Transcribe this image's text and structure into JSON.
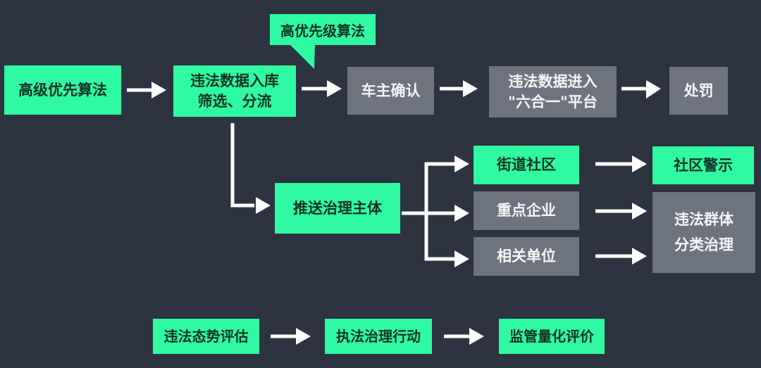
{
  "colors": {
    "background": "#2d3340",
    "node_green": "#2ff9a1",
    "node_gray": "#6e7380",
    "text_on_green": "#103227",
    "text_on_gray": "#f4f6f8",
    "arrow_white": "#ffffff"
  },
  "callout": {
    "label": "高优先级算法"
  },
  "nodes": {
    "advanced_priority_algorithm": {
      "label": "高级优先算法"
    },
    "data_intake": {
      "line1": "违法数据入库",
      "line2": "筛选、分流"
    },
    "owner_confirm": {
      "label": "车主确认"
    },
    "six_in_one_platform": {
      "line1": "违法数据进入",
      "line2": "\"六合一\"平台"
    },
    "punishment": {
      "label": "处罚"
    },
    "push_governance_subject": {
      "label": "推送治理主体"
    },
    "street_community": {
      "label": "街道社区"
    },
    "key_enterprises": {
      "label": "重点企业"
    },
    "related_units": {
      "label": "相关单位"
    },
    "community_warning": {
      "label": "社区警示"
    },
    "group_classified_governance": {
      "line1": "违法群体",
      "line2": "分类治理"
    },
    "situation_assessment": {
      "label": "违法态势评估"
    },
    "enforcement_action": {
      "label": "执法治理行动"
    },
    "quantitative_evaluation": {
      "label": "监管量化评价"
    }
  }
}
